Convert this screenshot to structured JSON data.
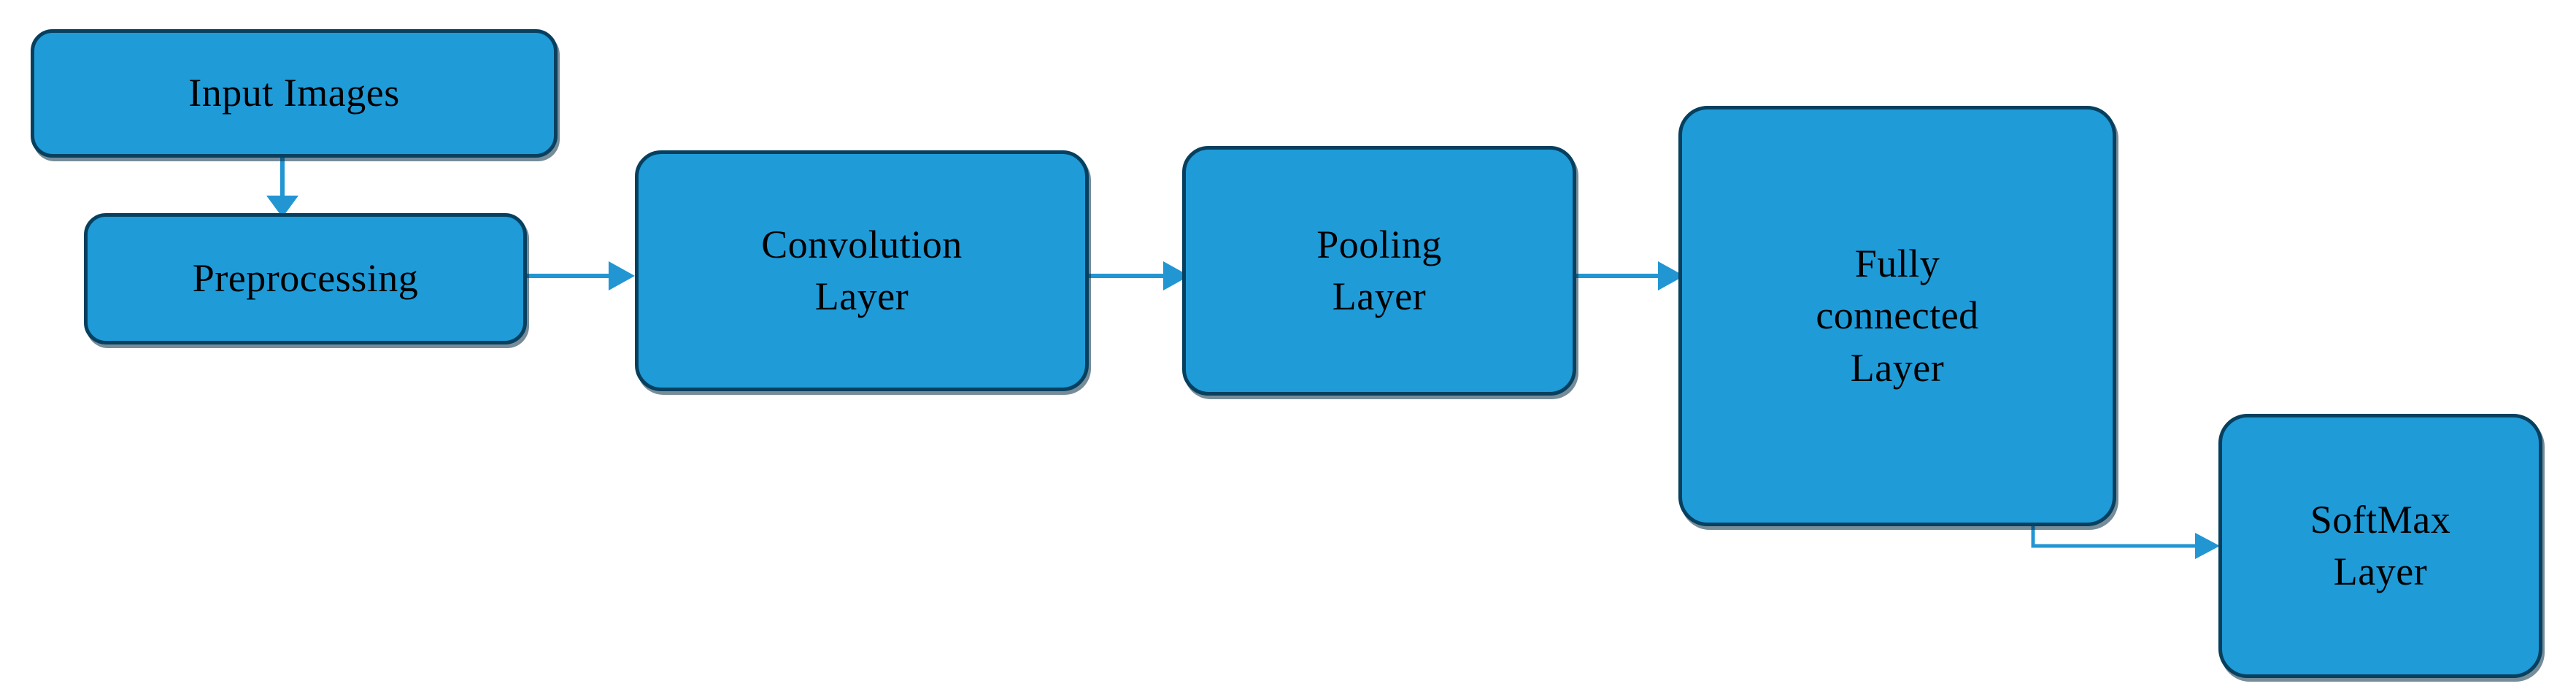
{
  "diagram": {
    "title": "CNN pipeline flow diagram",
    "background_color": "#FFFFFF",
    "node_fill_color": "#1F9BD8",
    "node_border_color": "#07405F",
    "connector_color": "#2196D3",
    "text_color": "#000000",
    "nodes": [
      {
        "id": "input-images",
        "label": "Input Images"
      },
      {
        "id": "preprocessing",
        "label": "Preprocessing"
      },
      {
        "id": "convolution",
        "label": "Convolution\nLayer"
      },
      {
        "id": "pooling",
        "label": "Pooling\nLayer"
      },
      {
        "id": "fully-connected",
        "label": "Fully\nconnected\nLayer"
      },
      {
        "id": "softmax",
        "label": "SoftMax\nLayer"
      }
    ],
    "edges": [
      {
        "id": "edge-input-to-preprocessing",
        "from": "input-images",
        "to": "preprocessing",
        "style": "vertical-arrow"
      },
      {
        "id": "edge-preprocessing-to-convolution",
        "from": "preprocessing",
        "to": "convolution",
        "style": "horizontal-arrow"
      },
      {
        "id": "edge-convolution-to-pooling",
        "from": "convolution",
        "to": "pooling",
        "style": "horizontal-arrow"
      },
      {
        "id": "edge-pooling-to-fully-connected",
        "from": "pooling",
        "to": "fully-connected",
        "style": "horizontal-arrow"
      },
      {
        "id": "edge-fully-connected-to-softmax",
        "from": "fully-connected",
        "to": "softmax",
        "style": "elbow-arrow"
      }
    ]
  }
}
